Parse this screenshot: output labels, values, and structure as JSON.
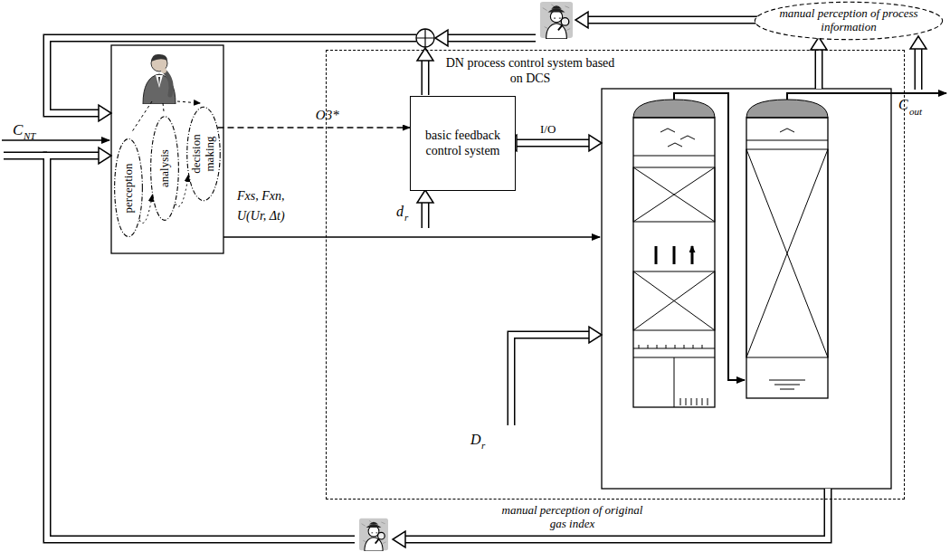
{
  "diagram": {
    "nodes": [
      {
        "text": [
          "perception"
        ]
      },
      {
        "text": [
          "analysis"
        ]
      },
      {
        "text": [
          "decision making"
        ]
      },
      {
        "text": [
          "DN process control system based on DCS"
        ]
      },
      {
        "text": [
          "basic feedback control system"
        ],
        "in": 3
      },
      {
        "text": [
          "manual perception of process information"
        ]
      }
    ],
    "edges": [
      {
        "from": 0,
        "to": 1,
        "arrow": "to"
      },
      {
        "from": 1,
        "to": 2,
        "arrow": "to"
      },
      {
        "from": 2,
        "to": 4,
        "label": "O3*",
        "arrow": "to"
      }
    ],
    "labels": [
      "C",
      "NT",
      "Fxs, Fxn,",
      "U(Ur, Δt)",
      "d",
      "r",
      "I/O",
      "D",
      "r",
      "C",
      "out",
      "manual perception of original gas index"
    ]
  }
}
